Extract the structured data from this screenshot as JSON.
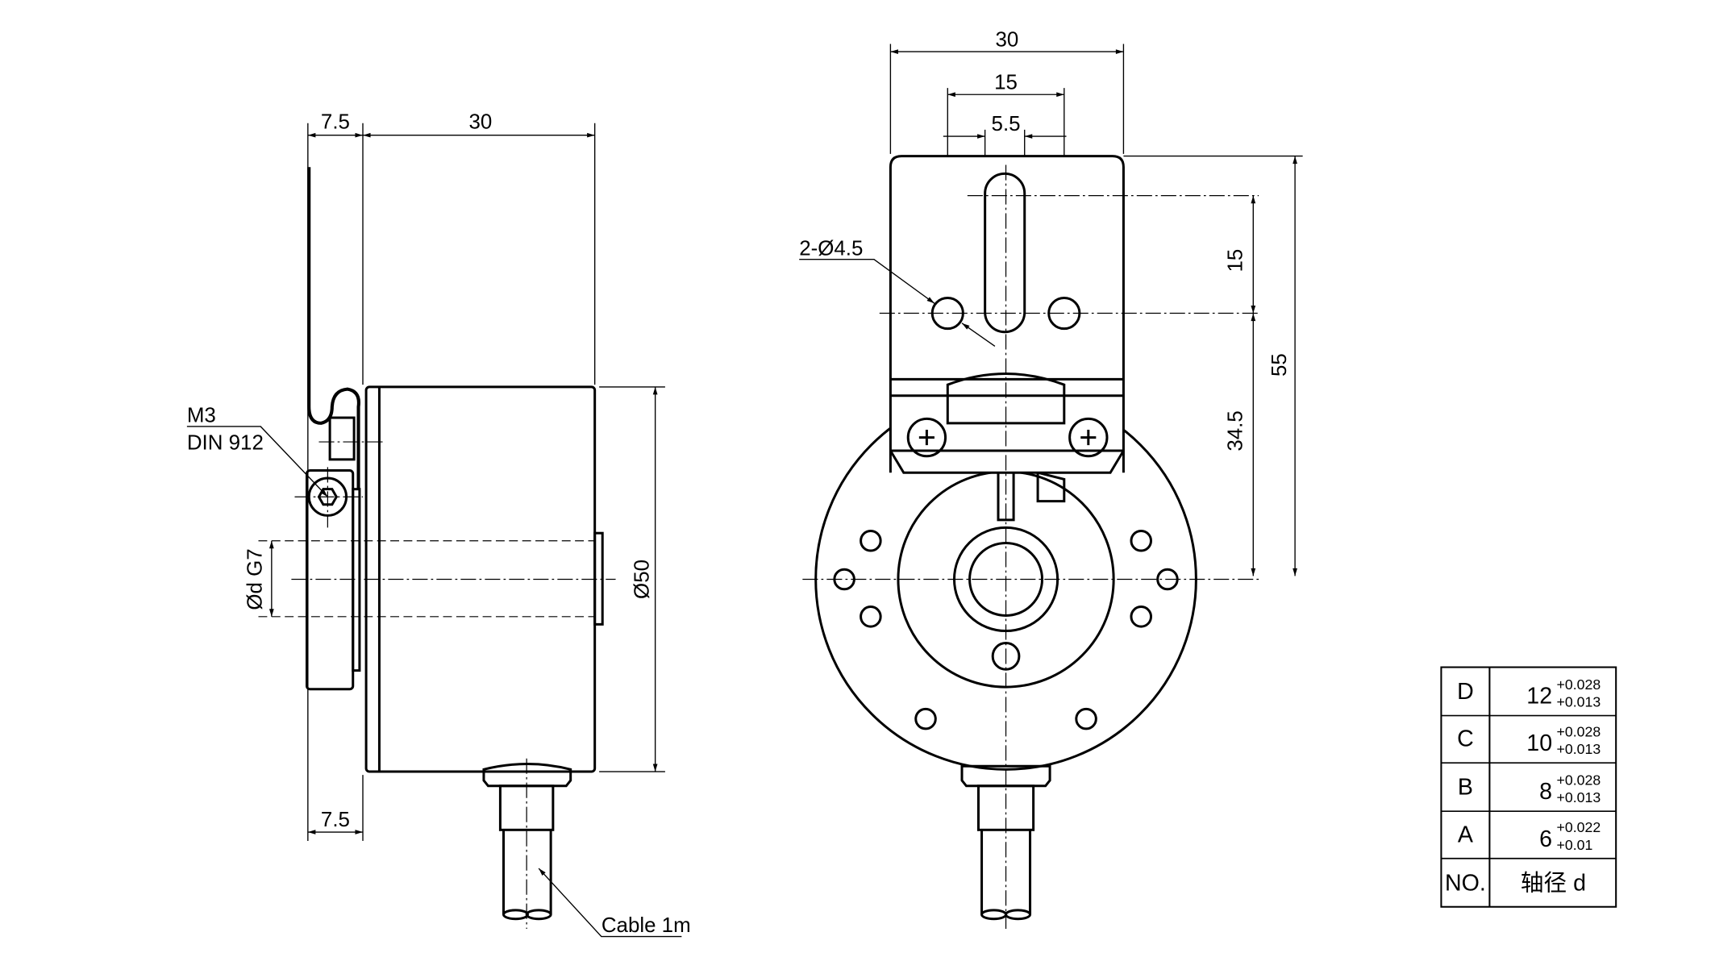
{
  "side_view": {
    "dim_flange": "7.5",
    "dim_length": "30",
    "dim_flange_bottom": "7.5",
    "dim_diameter": "Ø50",
    "dim_shaft": "Ød G7",
    "screw_label_1": "M3",
    "screw_label_2": "DIN 912",
    "cable_label": "Cable 1m"
  },
  "front_view": {
    "dim_width": "30",
    "dim_hole_spacing": "15",
    "dim_slot": "5.5",
    "hole_label": "2-Ø4.5",
    "dim_slot_length": "15",
    "dim_center_height": "34.5",
    "dim_total_height": "55"
  },
  "table": {
    "header": {
      "no": "NO.",
      "value": "轴径 d"
    },
    "rows": [
      {
        "no": "D",
        "nominal": "12",
        "upper": "+0.028",
        "lower": "+0.013"
      },
      {
        "no": "C",
        "nominal": "10",
        "upper": "+0.028",
        "lower": "+0.013"
      },
      {
        "no": "B",
        "nominal": "8",
        "upper": "+0.028",
        "lower": "+0.013"
      },
      {
        "no": "A",
        "nominal": "6",
        "upper": "+0.022",
        "lower": "+0.01"
      }
    ]
  }
}
